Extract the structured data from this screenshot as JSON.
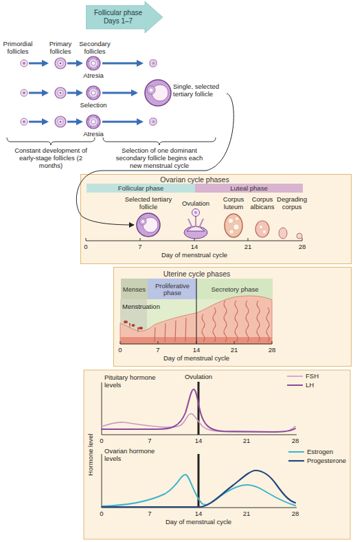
{
  "diagram": {
    "nodes": [
      {
        "text": [
          "Follicular phase",
          "Days 1–7"
        ]
      },
      {
        "text": [
          "Ovarian cycle phases"
        ]
      },
      {
        "text": [
          "Follicular phase"
        ],
        "in": 1
      },
      {
        "text": [
          "Luteal phase"
        ],
        "in": 1
      },
      {
        "text": [
          "Uterine cycle phases"
        ]
      },
      {
        "text": [
          "Menses"
        ],
        "in": 4
      },
      {
        "text": [
          "Proliferative phase"
        ],
        "in": 4
      },
      {
        "text": [
          "Secretory phase"
        ],
        "in": 4
      }
    ],
    "labels": [
      "Primordial follicles",
      "Primary follicles",
      "Secondary follicles",
      "Atresia",
      "Selection",
      "Atresia",
      "Single, selected tertiary follicle",
      "Constant development of early-stage follicles (2 months)",
      "Selection of one dominant secondary follicle begins each new menstrual cycle",
      "Selected tertiary follicle",
      "Ovulation",
      "Corpus luteum",
      "Corpus albicans",
      "Degrading corpus",
      "0",
      "7",
      "14",
      "21",
      "28",
      "Day of menstrual cycle",
      "Menstruation",
      "0",
      "7",
      "14",
      "21",
      "28",
      "Day of menstrual cycle",
      "Pituitary hormone levels",
      "Ovulation",
      "0",
      "7",
      "14",
      "21",
      "28",
      "Hormone level",
      "Ovarian hormone levels",
      "0",
      "7",
      "14",
      "21",
      "28",
      "Day of menstrual cycle"
    ],
    "legend": [
      {
        "text": "FSH"
      },
      {
        "text": "LH"
      },
      {
        "text": "Estrogen"
      },
      {
        "text": "Progesterone"
      }
    ]
  }
}
